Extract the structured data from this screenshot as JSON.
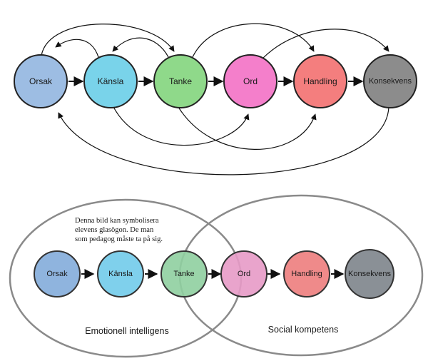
{
  "top_diagram": {
    "nodes": [
      {
        "label": "Orsak",
        "color": "#9DBDE3"
      },
      {
        "label": "Känsla",
        "color": "#79D3EA"
      },
      {
        "label": "Tanke",
        "color": "#8FD98A"
      },
      {
        "label": "Ord",
        "color": "#F47FCB"
      },
      {
        "label": "Handling",
        "color": "#F47E7E"
      },
      {
        "label": "Konsekvens",
        "color": "#8C8C8C"
      }
    ]
  },
  "bottom_diagram": {
    "note": [
      "Denna bild kan symbolisera",
      "elevens glasögon. De man",
      "som  pedagog måste ta på sig."
    ],
    "nodes": [
      {
        "label": "Orsak",
        "color": "#8FB4DE"
      },
      {
        "label": "Känsla",
        "color": "#7FD0EC"
      },
      {
        "label": "Tanke",
        "color": "#8FCFA0"
      },
      {
        "label": "Ord",
        "color": "#E79AC6"
      },
      {
        "label": "Handling",
        "color": "#EF8A8A"
      },
      {
        "label": "Konsekvens",
        "color": "#8A9096"
      }
    ],
    "left_region_label": "Emotionell intelligens",
    "right_region_label": "Social kompetens"
  },
  "colors": {
    "outline": "#222222",
    "ellipse_stroke": "#8a8a8a"
  }
}
